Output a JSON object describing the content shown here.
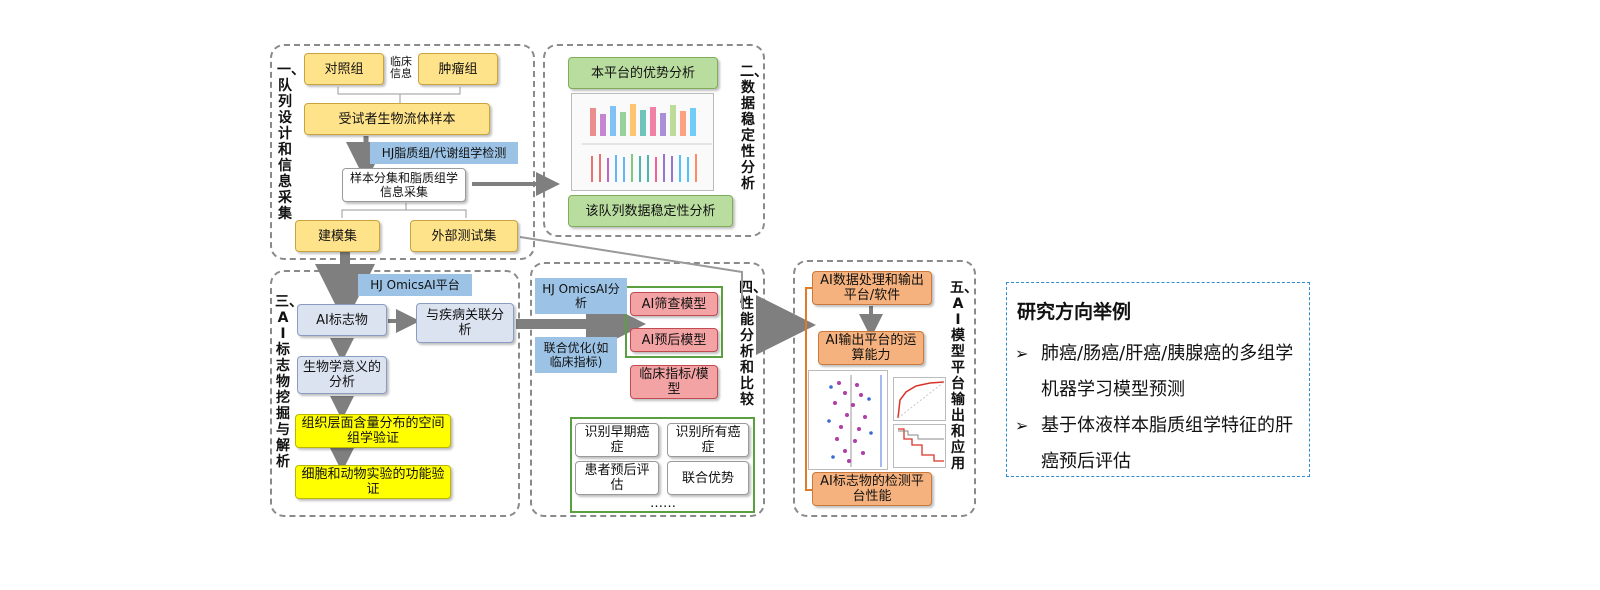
{
  "sections": {
    "s1": {
      "title": "一、队列设计和信息采集"
    },
    "s2": {
      "title": "二、数据稳定性分析"
    },
    "s3": {
      "title": "三、AI标志物挖掘与解析"
    },
    "s4": {
      "title": "四、性能分析和比较"
    },
    "s5": {
      "title": "五、AI模型平台输出和应用"
    }
  },
  "boxes": {
    "control_group": "对照组",
    "clinical_info": "临床信息",
    "tumor_group": "肿瘤组",
    "subject_samples": "受试者生物流体样本",
    "hj_detection": "HJ脂质组/代谢组学检测",
    "sample_grouping": "样本分集和脂质组学信息采集",
    "model_set": "建模集",
    "external_test": "外部测试集",
    "platform_advantage": "本平台的优势分析",
    "cohort_stability": "该队列数据稳定性分析",
    "hj_omicsai_platform": "HJ OmicsAI平台",
    "ai_marker": "AI标志物",
    "disease_association": "与疾病关联分析",
    "biological_meaning": "生物学意义的分析",
    "tissue_validation": "组织层面含量分布的空间组学验证",
    "cell_animal_validation": "细胞和动物实验的功能验证",
    "hj_omicsai_analysis": "HJ OmicsAI分析",
    "joint_optimization": "联合优化(如临床指标)",
    "ai_screening_model": "AI筛查模型",
    "ai_prognosis_model": "AI预后模型",
    "clinical_indicator_model": "临床指标/模型",
    "identify_early_cancer": "识别早期癌症",
    "identify_all_cancer": "识别所有癌症",
    "patient_prognosis": "患者预后评估",
    "combined_advantage": "联合优势",
    "ellipsis": "……",
    "ai_data_processing": "AI数据处理和输出平台/软件",
    "ai_compute_capability": "AI输出平台的运算能力",
    "ai_detection_performance": "AI标志物的检测平台性能"
  },
  "example": {
    "title": "研究方向举例",
    "bullet": "➢",
    "items": [
      "肺癌/肠癌/肝癌/胰腺癌的多组学机器学习模型预测",
      "基于体液样本脂质组学特征的肝癌预后评估"
    ]
  },
  "colors": {
    "yellow": "#ffe38a",
    "green": "#b9dc9f",
    "light_blue": "#dbe3f1",
    "label_blue": "#9cc3e5",
    "bright_yellow": "#ffff00",
    "pink": "#f4a3a5",
    "orange": "#f6b27e",
    "arrow_gray": "#7f7f7f",
    "dashed_border": "#2e8ccf"
  }
}
